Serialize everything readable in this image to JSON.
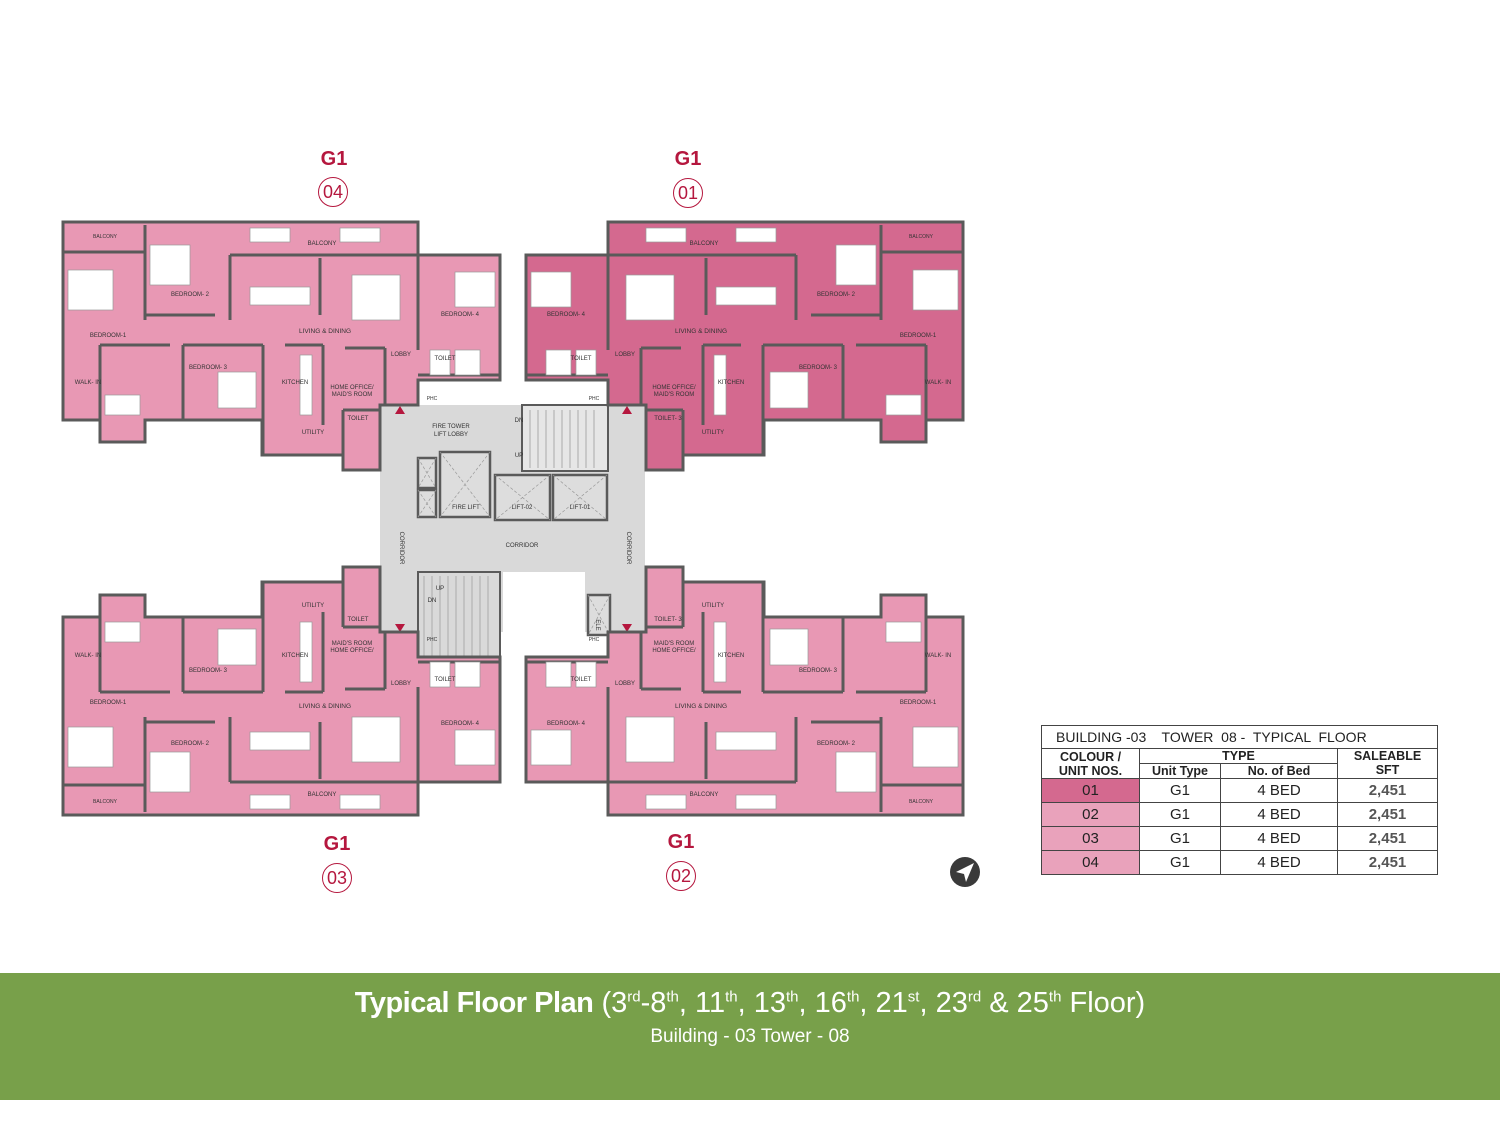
{
  "units": [
    {
      "id": "04",
      "type": "G1",
      "color": "#e898b4"
    },
    {
      "id": "01",
      "type": "G1",
      "color": "#d4698f"
    },
    {
      "id": "03",
      "type": "G1",
      "color": "#e898b4"
    },
    {
      "id": "02",
      "type": "G1",
      "color": "#e898b4"
    }
  ],
  "room_labels": {
    "balcony_small": "BALCONY",
    "balcony": "BALCONY",
    "bedroom1": "BEDROOM-1",
    "bedroom2": "BEDROOM- 2",
    "bedroom3": "BEDROOM- 3",
    "bedroom4": "BEDROOM- 4",
    "living": "LIVING & DINING",
    "lobby": "LOBBY",
    "toilet": "TOILET",
    "toilet3": "TOILET- 3",
    "kitchen": "KITCHEN",
    "home_office": "HOME OFFICE/",
    "maids_room": "MAID'S ROOM",
    "walkin": "WALK- IN",
    "utility": "UTILITY",
    "phc": "PHC"
  },
  "core_labels": {
    "fire_tower": "FIRE TOWER",
    "lift_lobby": "LIFT LOBBY",
    "fire_lift": "FIRE LIFT",
    "lift02": "LIFT-02",
    "lift01": "LIFT-01",
    "corridor": "CORRIDOR",
    "dn": "DN",
    "up": "UP",
    "ele": "ELE"
  },
  "table": {
    "title": "BUILDING -03    TOWER  08 -  TYPICAL  FLOOR",
    "col_colour": "COLOUR /",
    "col_unit_nos": "UNIT NOS.",
    "col_type": "TYPE",
    "col_unit_type": "Unit Type",
    "col_bed": "No. of Bed",
    "col_saleable": "SALEABLE",
    "col_sft": "SFT",
    "rows": [
      {
        "unit": "01",
        "type": "G1",
        "bed": "4 BED",
        "sft": "2,451",
        "color": "#d4698f"
      },
      {
        "unit": "02",
        "type": "G1",
        "bed": "4 BED",
        "sft": "2,451",
        "color": "#e9a2bb"
      },
      {
        "unit": "03",
        "type": "G1",
        "bed": "4 BED",
        "sft": "2,451",
        "color": "#e9a2bb"
      },
      {
        "unit": "04",
        "type": "G1",
        "bed": "4 BED",
        "sft": "2,451",
        "color": "#e9a2bb"
      }
    ]
  },
  "footer": {
    "title_bold": "Typical Floor Plan",
    "floors_open": "(3",
    "sup1": "rd",
    "f2": "-8",
    "sup2": "th",
    "f3": ", 11",
    "sup3": "th",
    "f4": ", 13",
    "sup4": "th",
    "f5": ", 16",
    "sup5": "th",
    "f6": ", 21",
    "sup6": "st",
    "f7": ", 23",
    "sup7": "rd",
    "f8": " & 25",
    "sup8": "th",
    "f9": " Floor)",
    "subtitle": "Building - 03 Tower - 08"
  },
  "colors": {
    "accent": "#b5173e",
    "footer": "#78a04a",
    "core": "#d9d9d9",
    "wall": "#5a5a5a"
  },
  "icons": {
    "compass": "north-arrow-icon"
  }
}
